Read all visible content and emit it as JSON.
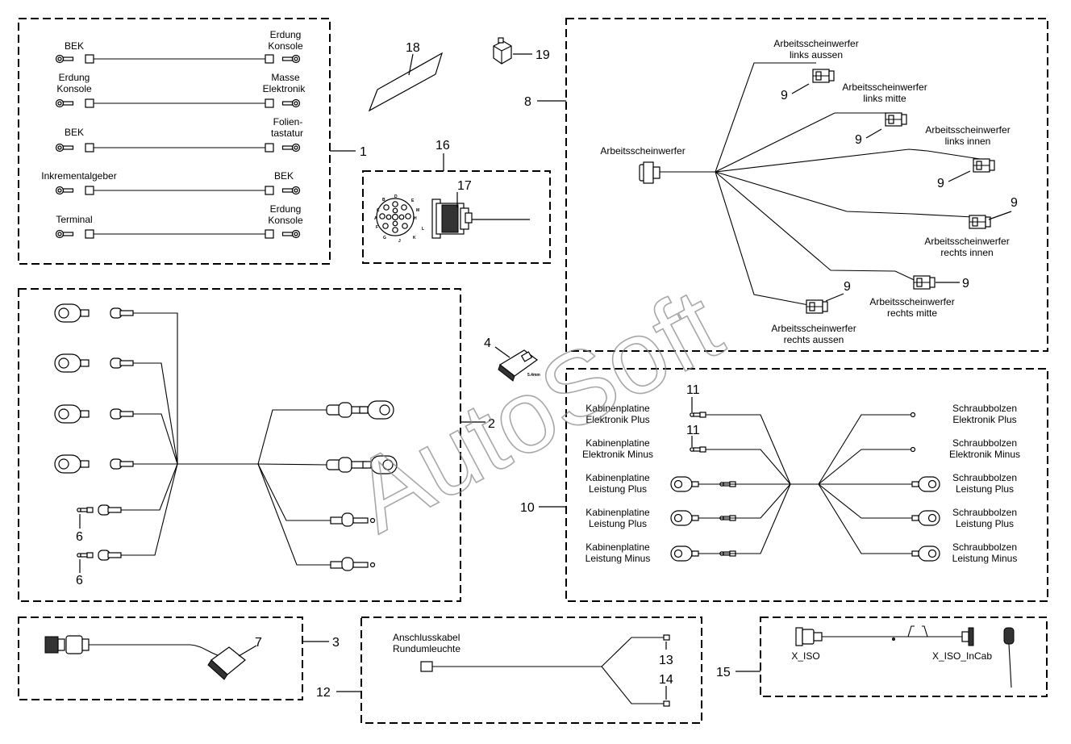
{
  "watermark": "AutoSoft",
  "group1": {
    "callout": "1",
    "rows": [
      {
        "left": [
          "BEK"
        ],
        "right": [
          "Erdung",
          "Konsole"
        ]
      },
      {
        "left": [
          "Erdung",
          "Konsole"
        ],
        "right": [
          "Masse",
          "Elektronik"
        ]
      },
      {
        "left": [
          "BEK"
        ],
        "right": [
          "Folien-",
          "tastatur"
        ]
      },
      {
        "left": [
          "Inkrementalgeber"
        ],
        "right": [
          "BEK"
        ]
      },
      {
        "left": [
          "Terminal"
        ],
        "right": [
          "Erdung",
          "Konsole"
        ]
      }
    ]
  },
  "item18": {
    "callout": "18"
  },
  "item19": {
    "callout": "19"
  },
  "group16": {
    "callout": "16",
    "sub_callout": "17",
    "pin_letters": [
      "A",
      "B",
      "C",
      "D",
      "E",
      "F",
      "G",
      "H",
      "J",
      "K",
      "L",
      "M"
    ]
  },
  "group8": {
    "callout": "8",
    "main_label": "Arbeitsscheinwerfer",
    "sub_callout": "9",
    "branches": [
      {
        "label": [
          "Arbeitsscheinwerfer",
          "links aussen"
        ],
        "callout": "9"
      },
      {
        "label": [
          "Arbeitsscheinwerfer",
          "links mitte"
        ],
        "callout": "9"
      },
      {
        "label": [
          "Arbeitsscheinwerfer",
          "links innen"
        ],
        "callout": "9"
      },
      {
        "label": [
          "Arbeitsscheinwerfer",
          "rechts innen"
        ],
        "callout": "9"
      },
      {
        "label": [
          "Arbeitsscheinwerfer",
          "rechts mitte"
        ],
        "callout": "9"
      },
      {
        "label": [
          "Arbeitsscheinwerfer",
          "rechts aussen"
        ],
        "callout": "9"
      }
    ]
  },
  "group2": {
    "callout": "2",
    "sub_callout": "6",
    "sub_callout_2": "6"
  },
  "item4": {
    "callout": "4",
    "marking": "5.4mm"
  },
  "group10": {
    "callout": "10",
    "sub_callout": "11",
    "sub_callout_2": "11",
    "left": [
      [
        "Kabinenplatine",
        "Elektronik Plus"
      ],
      [
        "Kabinenplatine",
        "Elektronik Minus"
      ],
      [
        "Kabinenplatine",
        "Leistung Plus"
      ],
      [
        "Kabinenplatine",
        "Leistung Plus"
      ],
      [
        "Kabinenplatine",
        "Leistung Minus"
      ]
    ],
    "right": [
      [
        "Schraubbolzen",
        "Elektronik Plus"
      ],
      [
        "Schraubbolzen",
        "Elektronik Minus"
      ],
      [
        "Schraubbolzen",
        "Leistung Plus"
      ],
      [
        "Schraubbolzen",
        "Leistung Plus"
      ],
      [
        "Schraubbolzen",
        "Leistung Minus"
      ]
    ]
  },
  "group3": {
    "callout": "3",
    "sub_callout": "7"
  },
  "group12": {
    "callout": "12",
    "label": [
      "Anschlusskabel",
      "Rundumleuchte"
    ],
    "sub_callout": "13",
    "sub_callout_2": "14"
  },
  "group15": {
    "callout": "15",
    "left_label": "X_ISO",
    "right_label": "X_ISO_InCab"
  }
}
